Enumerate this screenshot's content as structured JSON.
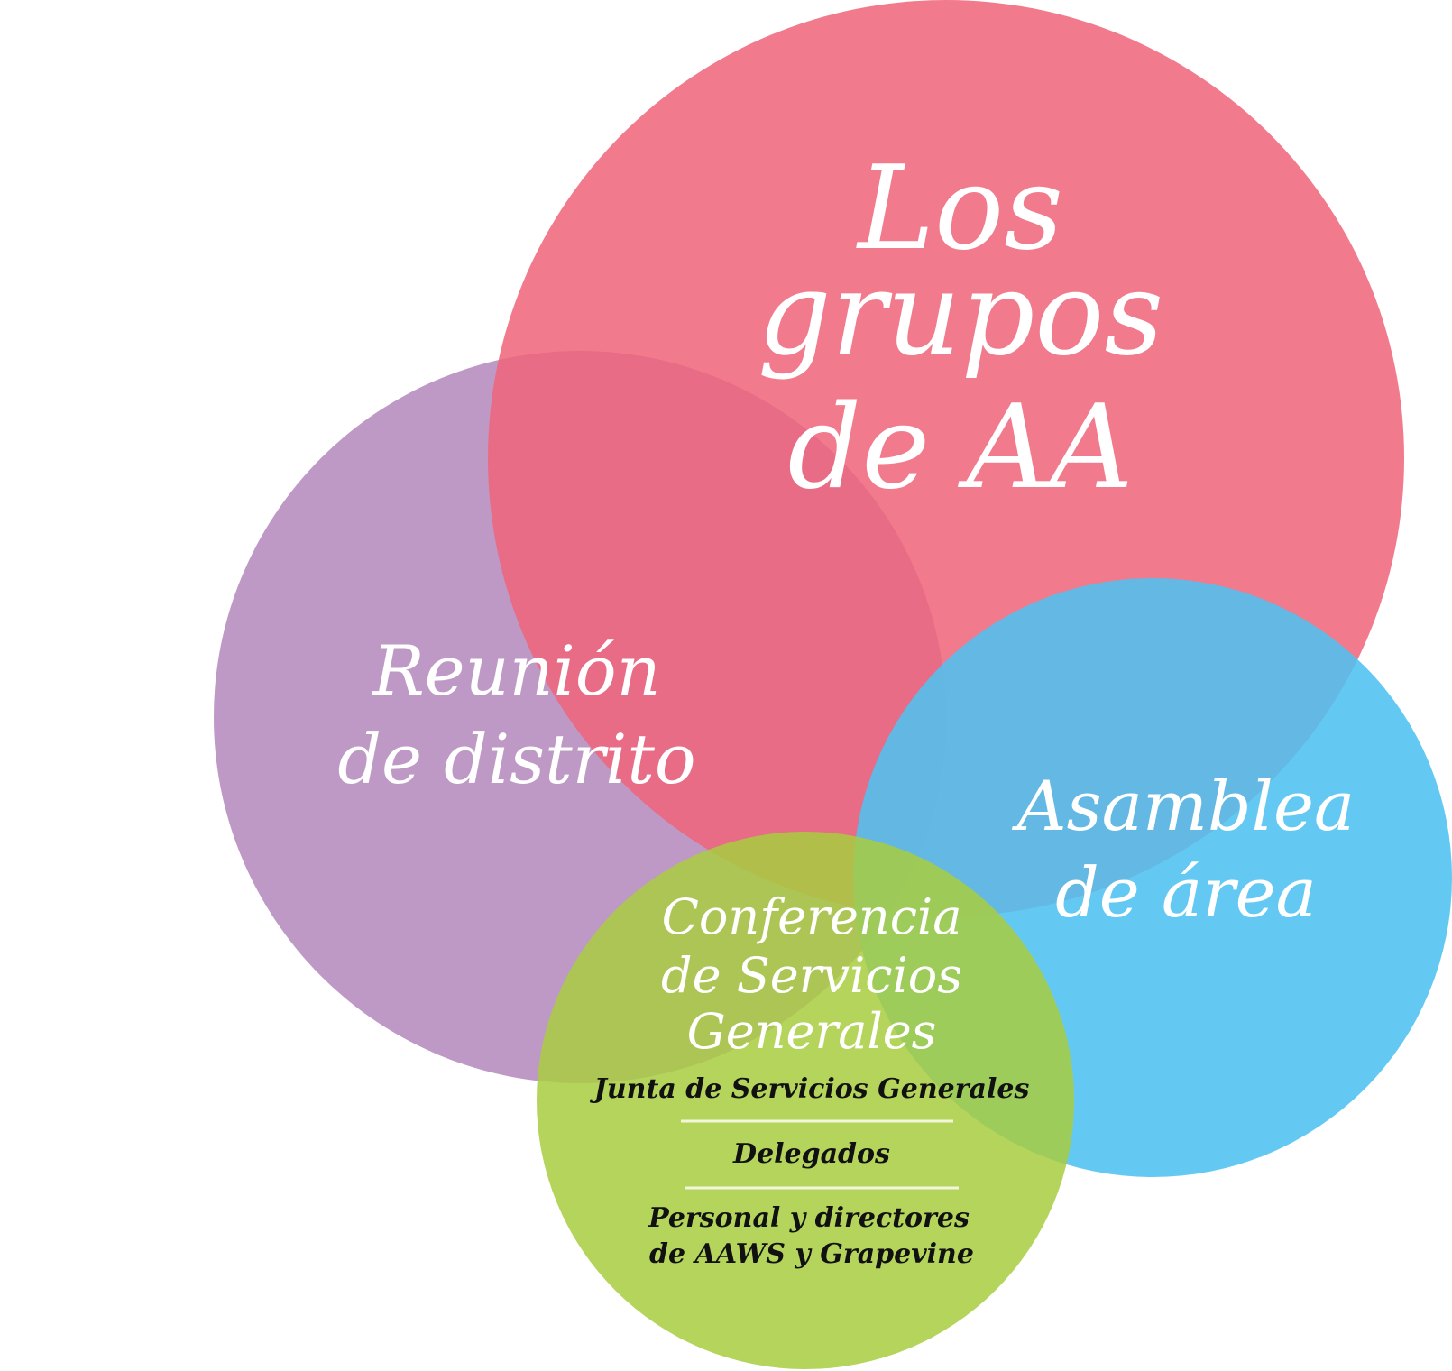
{
  "diagram": {
    "groups": {
      "lines": [
        "Los",
        "grupos",
        "de AA"
      ],
      "color": "#ee6479"
    },
    "district": {
      "lines": [
        "Reunión",
        "de distrito"
      ],
      "color": "#b487bc"
    },
    "area": {
      "lines": [
        "Asamblea",
        "de área"
      ],
      "color": "#4ec1f0"
    },
    "conference": {
      "lines": [
        "Conferencia",
        "de Servicios",
        "Generales"
      ],
      "color": "#a8cc40",
      "members": [
        "Junta de Servicios Generales",
        "Delegados",
        "Personal y directores",
        "de AAWS y Grapevine"
      ]
    }
  }
}
